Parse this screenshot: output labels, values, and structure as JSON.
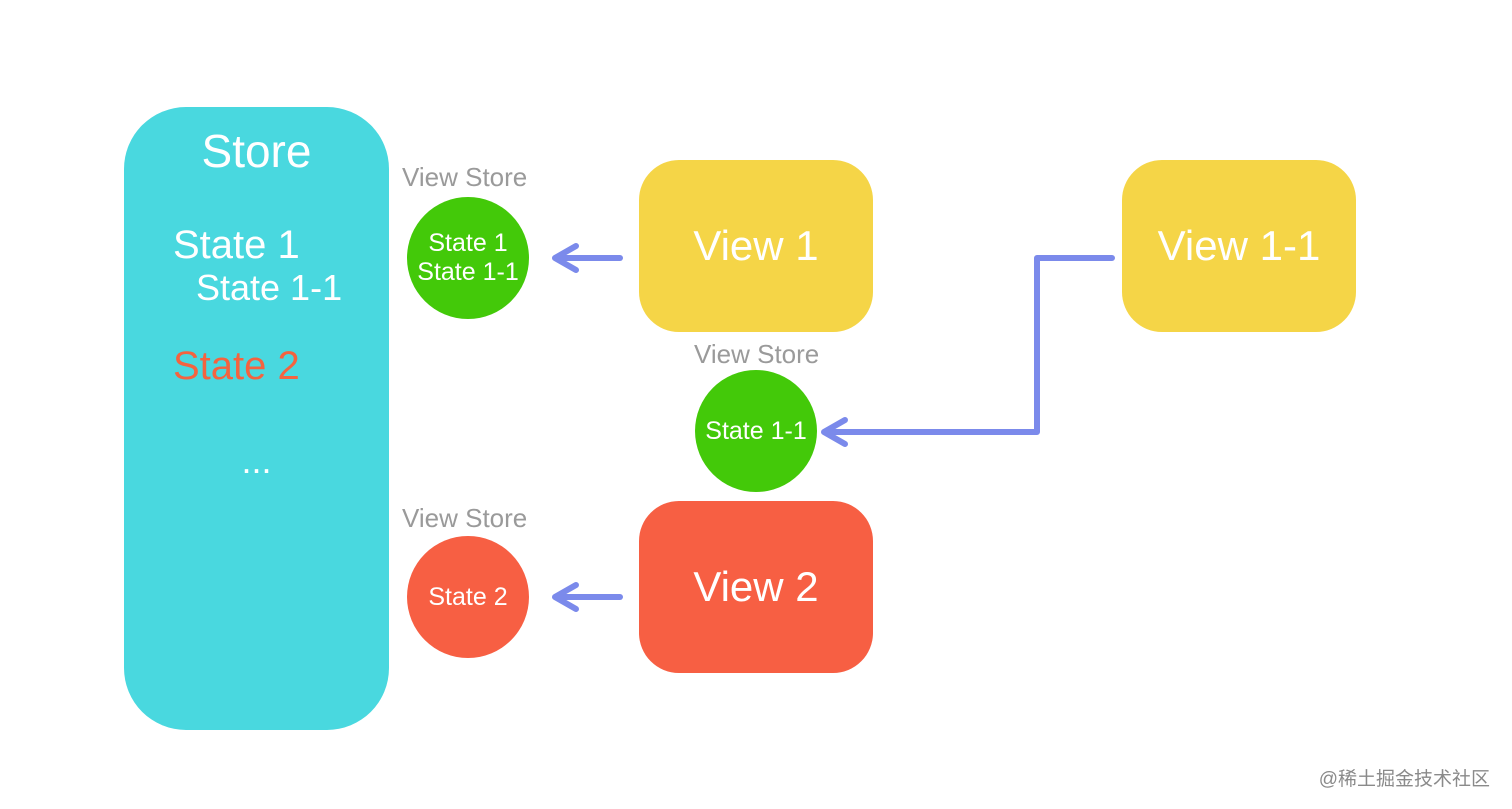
{
  "colors": {
    "store_bg": "#49d8df",
    "view_yellow": "#f5d547",
    "view_red": "#f75f43",
    "circle_green": "#43c909",
    "circle_red": "#f75f43",
    "arrow": "#7b8aeb",
    "state2_text": "#f4633f"
  },
  "store": {
    "title": "Store",
    "state1": "State 1",
    "state1_1": "State 1-1",
    "state2": "State 2",
    "ellipsis": "..."
  },
  "view_stores": [
    {
      "label": "View Store",
      "lines": [
        "State 1",
        "State 1-1"
      ]
    },
    {
      "label": "View Store",
      "lines": [
        "State 1-1"
      ]
    },
    {
      "label": "View Store",
      "lines": [
        "State 2"
      ]
    }
  ],
  "views": {
    "view1": "View 1",
    "view2": "View 2",
    "view1_1": "View 1-1"
  },
  "watermark": "@稀土掘金技术社区"
}
